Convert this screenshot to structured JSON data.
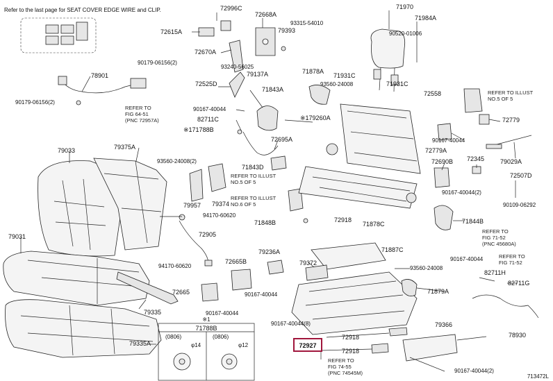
{
  "header_note": "Refer to the last page for SEAT COVER EDGE WIRE and CLIP.",
  "diagram_id": "713472L",
  "highlight_color": "#a0163c",
  "labels": [
    {
      "id": "72996C",
      "text": "72996C"
    },
    {
      "id": "72668A",
      "text": "72668A"
    },
    {
      "id": "71970",
      "text": "71970"
    },
    {
      "id": "71984A",
      "text": "71984A"
    },
    {
      "id": "93315-54010",
      "text": "93315-54010"
    },
    {
      "id": "72615A",
      "text": "72615A"
    },
    {
      "id": "79393",
      "text": "79393"
    },
    {
      "id": "90520-01006",
      "text": "90520-01006"
    },
    {
      "id": "72670A",
      "text": "72670A"
    },
    {
      "id": "90179-06156-2a",
      "text": "90179-06156(2)"
    },
    {
      "id": "93240-56025",
      "text": "93240-56025"
    },
    {
      "id": "79137A",
      "text": "79137A"
    },
    {
      "id": "71878A",
      "text": "71878A"
    },
    {
      "id": "71931C-a",
      "text": "71931C"
    },
    {
      "id": "78901",
      "text": "78901"
    },
    {
      "id": "72525D",
      "text": "72525D"
    },
    {
      "id": "93560-24008",
      "text": "93560-24008"
    },
    {
      "id": "71931C-b",
      "text": "71931C"
    },
    {
      "id": "71843A",
      "text": "71843A"
    },
    {
      "id": "72558",
      "text": "72558"
    },
    {
      "id": "90179-06156-2b",
      "text": "90179-06156(2)"
    },
    {
      "id": "90167-40044-a",
      "text": "90167-40044"
    },
    {
      "id": "179260A",
      "text": "※179260A"
    },
    {
      "id": "72779",
      "text": "72779"
    },
    {
      "id": "82711C",
      "text": "82711C"
    },
    {
      "id": "171788B",
      "text": "※171788B"
    },
    {
      "id": "90167-40044-b",
      "text": "90167-40044"
    },
    {
      "id": "72695A",
      "text": "72695A"
    },
    {
      "id": "79033",
      "text": "79033"
    },
    {
      "id": "79375A",
      "text": "79375A"
    },
    {
      "id": "72779A",
      "text": "72779A"
    },
    {
      "id": "79029A",
      "text": "79029A"
    },
    {
      "id": "93560-24008-2",
      "text": "93560-24008(2)"
    },
    {
      "id": "72690B",
      "text": "72690B"
    },
    {
      "id": "72345",
      "text": "72345"
    },
    {
      "id": "71843D",
      "text": "71843D"
    },
    {
      "id": "72507D",
      "text": "72507D"
    },
    {
      "id": "90167-40044-2",
      "text": "90167-40044(2)"
    },
    {
      "id": "79957",
      "text": "79957"
    },
    {
      "id": "79374",
      "text": "79374"
    },
    {
      "id": "90109-06292",
      "text": "90109-06292"
    },
    {
      "id": "94170-60620-a",
      "text": "94170-60620"
    },
    {
      "id": "71844B",
      "text": "71844B"
    },
    {
      "id": "71848B",
      "text": "71848B"
    },
    {
      "id": "72918-a",
      "text": "72918"
    },
    {
      "id": "71878C",
      "text": "71878C"
    },
    {
      "id": "72905",
      "text": "72905"
    },
    {
      "id": "79031",
      "text": "79031"
    },
    {
      "id": "71887C",
      "text": "71887C"
    },
    {
      "id": "79236A",
      "text": "79236A"
    },
    {
      "id": "90167-40044-c",
      "text": "90167-40044"
    },
    {
      "id": "79372",
      "text": "79372"
    },
    {
      "id": "94170-60620-b",
      "text": "94170-60620"
    },
    {
      "id": "72665B",
      "text": "72665B"
    },
    {
      "id": "93560-24008-b",
      "text": "93560-24008"
    },
    {
      "id": "82711H",
      "text": "82711H"
    },
    {
      "id": "82711G",
      "text": "82711G"
    },
    {
      "id": "72665",
      "text": "72665"
    },
    {
      "id": "90167-40044-d",
      "text": "90167-40044"
    },
    {
      "id": "71879A",
      "text": "71879A"
    },
    {
      "id": "79335",
      "text": "79335"
    },
    {
      "id": "90167-40044-e",
      "text": "90167-40044"
    },
    {
      "id": "90167-40044-8",
      "text": "90167-40044(8)"
    },
    {
      "id": "78930",
      "text": "78930"
    },
    {
      "id": "79366",
      "text": "79366"
    },
    {
      "id": "72918-b",
      "text": "72918"
    },
    {
      "id": "79335A",
      "text": "79335A"
    },
    {
      "id": "72918-c",
      "text": "72918"
    },
    {
      "id": "90167-40044-2b",
      "text": "90167-40044(2)"
    }
  ],
  "highlighted_part": "72927",
  "refer_notes": [
    {
      "id": "r1",
      "lines": [
        "REFER TO",
        "FIG 64-51",
        "(PNC 72957A)"
      ]
    },
    {
      "id": "r2",
      "lines": [
        "REFER TO ILLUST",
        "NO.5 OF 5"
      ]
    },
    {
      "id": "r3",
      "lines": [
        "REFER TO ILLUST",
        "NO.5 OF 5"
      ]
    },
    {
      "id": "r4",
      "lines": [
        "REFER TO ILLUST",
        "NO.6 OF 5"
      ]
    },
    {
      "id": "r5",
      "lines": [
        "REFER TO",
        "FIG 71-52",
        "(PNC 45680A)"
      ]
    },
    {
      "id": "r6",
      "lines": [
        "REFER TO",
        "FIG 71-52"
      ]
    },
    {
      "id": "r7",
      "lines": [
        "REFER TO",
        "FIG 74-55",
        "(PNC 74545M)"
      ]
    }
  ],
  "inset": {
    "title": "71788B",
    "sub": "※1",
    "col1_code": "(0806)",
    "col1_dim": "φ14",
    "col2_code": "(0806)",
    "col2_dim": "φ12"
  }
}
